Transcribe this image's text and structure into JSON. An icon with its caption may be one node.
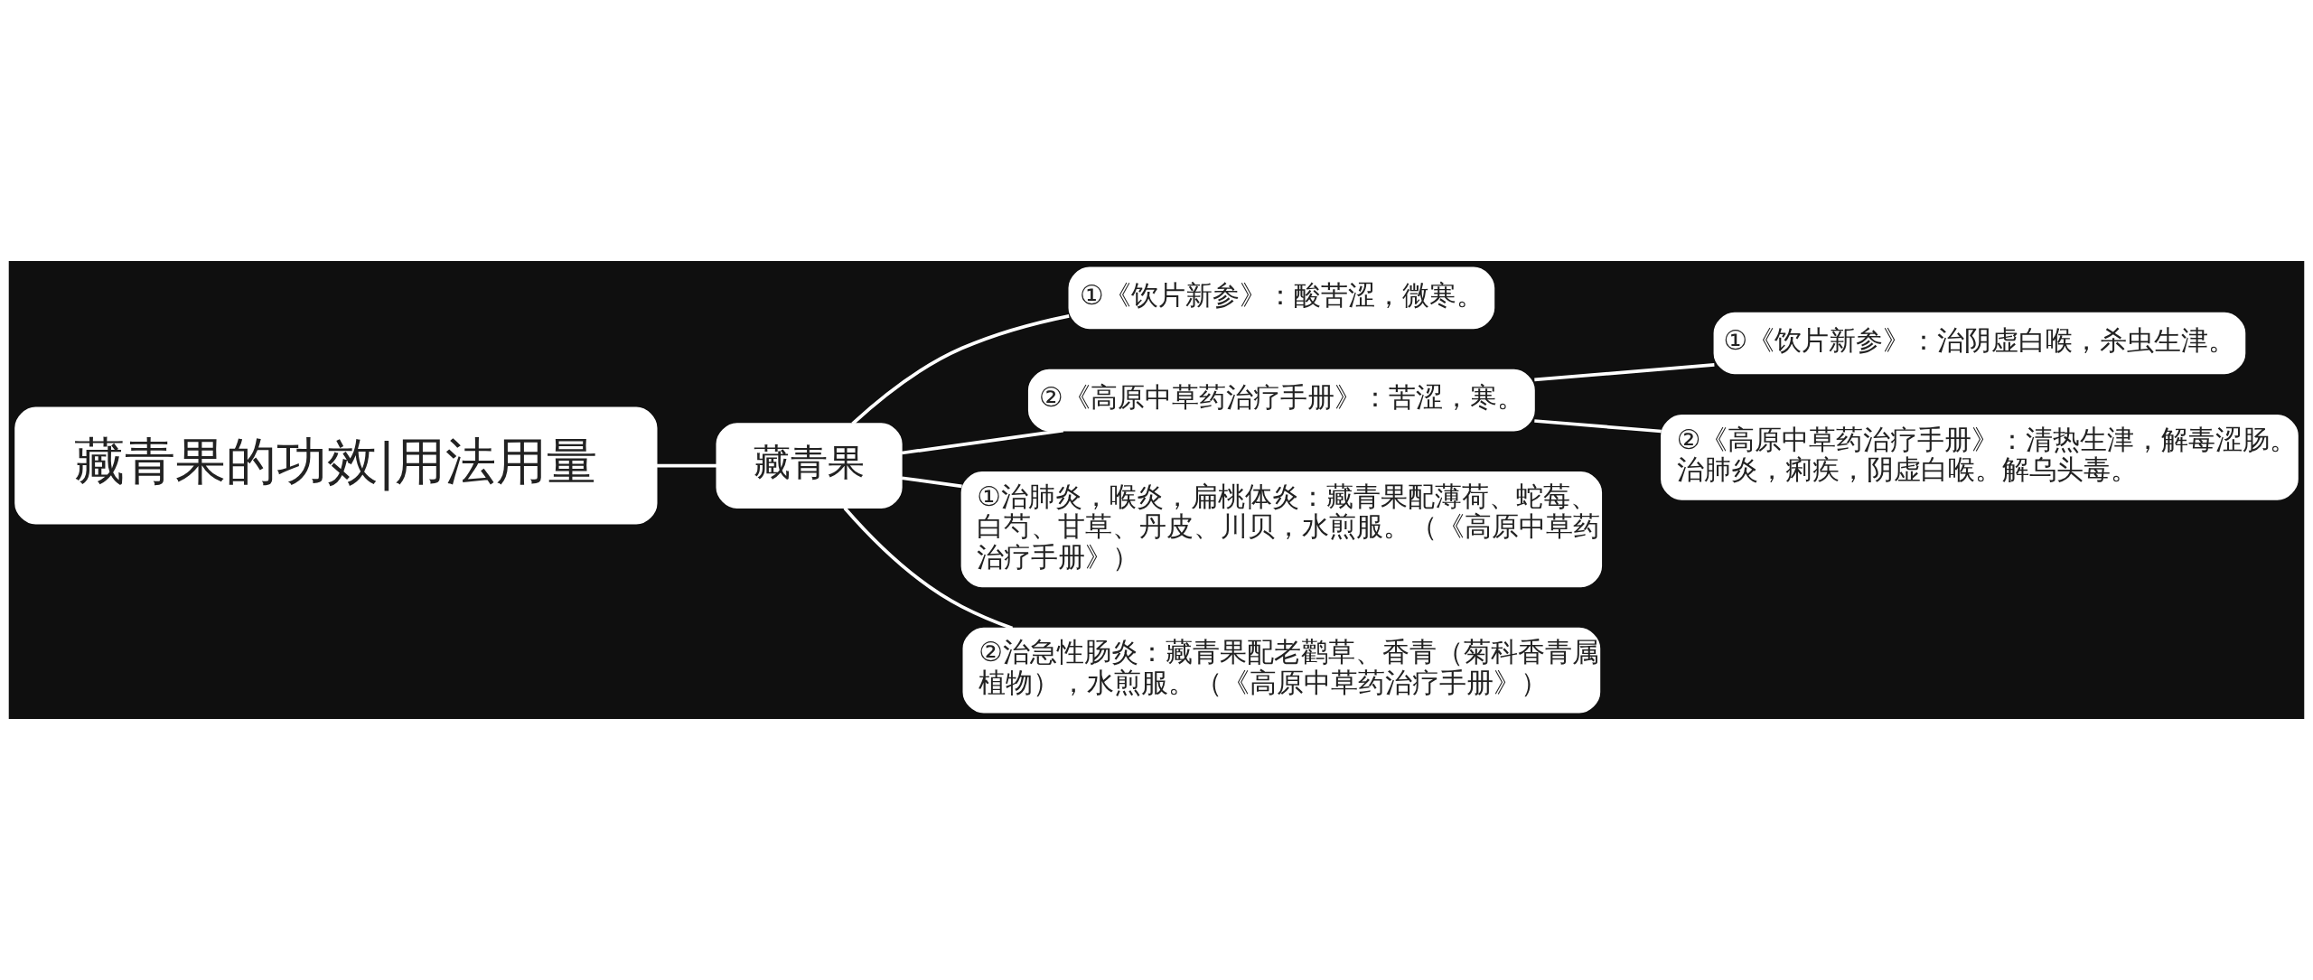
{
  "diagram": {
    "nodes": [
      {
        "text": [
          "藏青果的功效|用法用量"
        ]
      },
      {
        "text": [
          "藏青果"
        ]
      },
      {
        "text": [
          "①《饮片新参》：酸苦涩，微寒。"
        ]
      },
      {
        "text": [
          "②《高原中草药治疗手册》：苦涩，寒。"
        ]
      },
      {
        "text": [
          "①治肺炎，喉炎，扁桃体炎：藏青果配薄荷、蛇莓、白芍、甘草、丹皮、川贝，水煎服。（《高原中草药治疗手册》）"
        ]
      },
      {
        "text": [
          "②治急性肠炎：藏青果配老鹳草、香青（菊科香青属植物），水煎服。（《高原中草药治疗手册》）"
        ]
      },
      {
        "text": [
          "①《饮片新参》：治阴虚白喉，杀虫生津。"
        ]
      },
      {
        "text": [
          "②《高原中草药治疗手册》：清热生津，解毒涩肠。治肺炎，痢疾，阴虚白喉。解乌头毒。"
        ]
      }
    ],
    "edges": [
      {
        "from": 0,
        "to": 1,
        "arrow": "none"
      },
      {
        "from": 1,
        "to": 2,
        "arrow": "none"
      },
      {
        "from": 1,
        "to": 3,
        "arrow": "none"
      },
      {
        "from": 1,
        "to": 4,
        "arrow": "none"
      },
      {
        "from": 1,
        "to": 5,
        "arrow": "none"
      },
      {
        "from": 3,
        "to": 6,
        "arrow": "none"
      },
      {
        "from": 3,
        "to": 7,
        "arrow": "none"
      }
    ]
  }
}
